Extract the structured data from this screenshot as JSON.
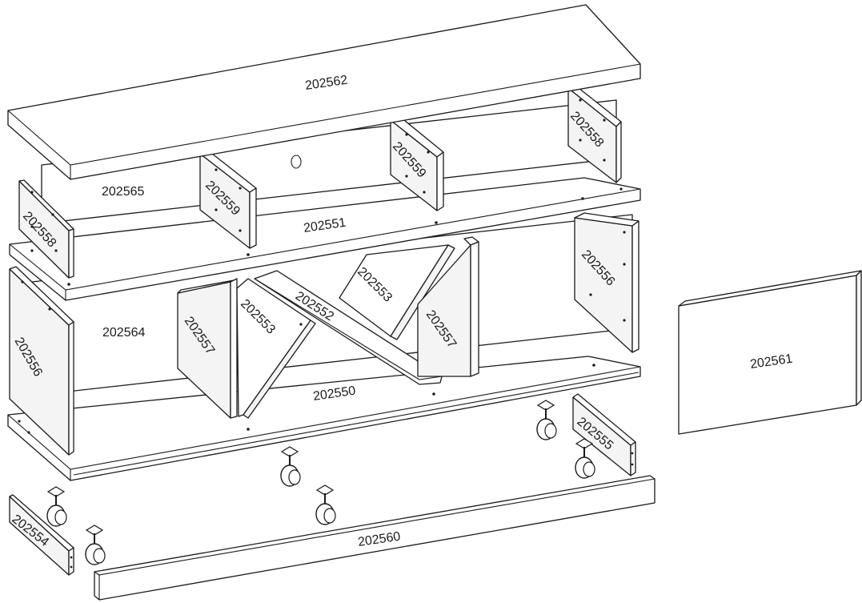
{
  "diagram": {
    "parts": {
      "top_panel": "202562",
      "back_panel_upper": "202565",
      "back_panel_lower": "202564",
      "upper_side_left": "202558",
      "upper_side_right": "202558",
      "upper_divider_left": "202559",
      "upper_divider_right": "202559",
      "middle_shelf": "202551",
      "lower_side_left": "202556",
      "lower_side_right": "202556",
      "lower_divider_left": "202557",
      "lower_divider_right": "202557",
      "diagonal_panel_left": "202553",
      "diagonal_panel_right": "202553",
      "diagonal_center_panel": "202552",
      "bottom_shelf": "202550",
      "separate_back_panel": "202561",
      "base_rail_left": "202554",
      "base_rail_right": "202555",
      "front_plinth": "202560"
    },
    "caster_count": 6,
    "line_color": "#1a1a1a",
    "panel_color": "#ffffff"
  }
}
